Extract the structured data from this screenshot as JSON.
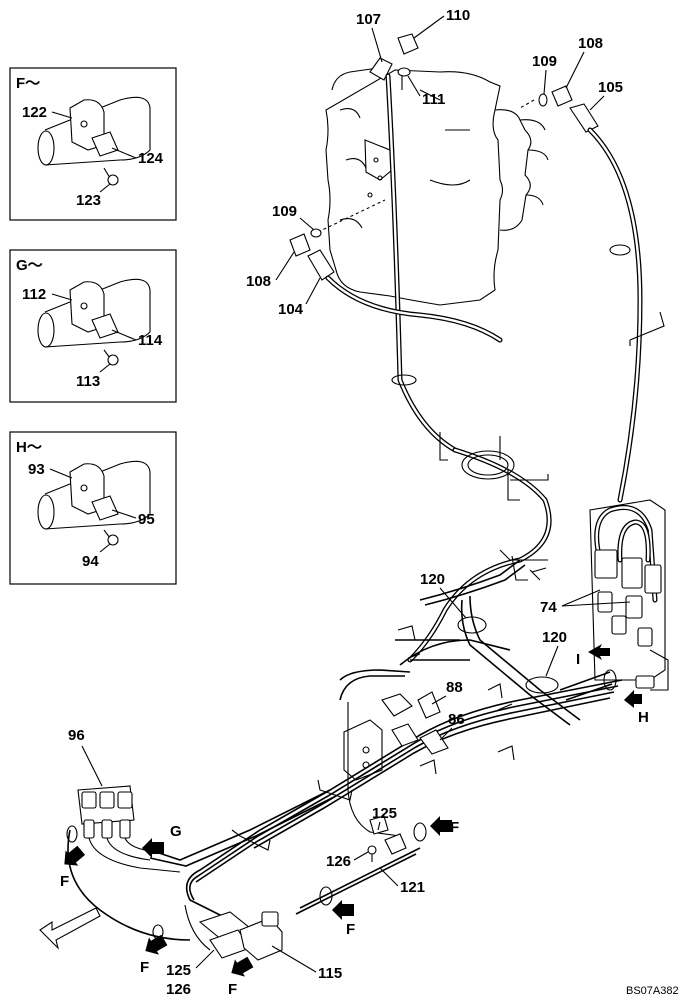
{
  "insets": [
    {
      "id": "F",
      "title": "F～",
      "labels": {
        "bracket": "122",
        "clamp": "124",
        "bolt": "123"
      }
    },
    {
      "id": "G",
      "title": "G～",
      "labels": {
        "bracket": "112",
        "clamp": "114",
        "bolt": "113"
      }
    },
    {
      "id": "H",
      "title": "H～",
      "labels": {
        "bracket": "93",
        "clamp": "95",
        "bolt": "94"
      }
    }
  ],
  "part_labels": {
    "p107": "107",
    "p110": "110",
    "p111": "111",
    "p109a": "109",
    "p108a": "108",
    "p105": "105",
    "p109b": "109",
    "p108b": "108",
    "p104": "104",
    "p120a": "120",
    "p120b": "120",
    "p74": "74",
    "p88": "88",
    "p86": "86",
    "p96": "96",
    "p125a": "125",
    "p126a": "126",
    "p121": "121",
    "p125b": "125",
    "p126b": "126",
    "p115": "115"
  },
  "view_arrows": {
    "I": "I",
    "H": "H",
    "G": "G",
    "F1": "F",
    "F2": "F",
    "F3": "F",
    "F4": "F",
    "F5": "F"
  },
  "drawing_code": "BS07A382"
}
